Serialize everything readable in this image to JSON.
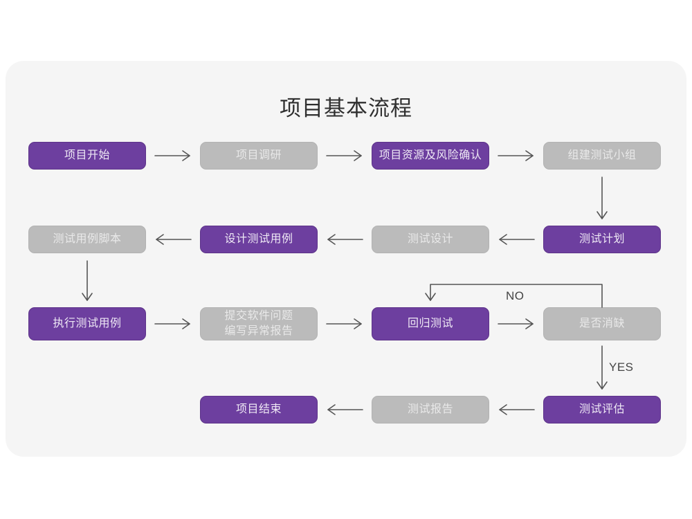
{
  "page": {
    "title": "项目基本流程",
    "background_color": "#ffffff",
    "card_color": "#f5f5f5",
    "accent_purple": "#6d3f9f",
    "accent_gray": "#bbbbbb",
    "connector_color": "#555555"
  },
  "chart_data": {
    "type": "diagram",
    "title": "项目基本流程",
    "nodes": [
      {
        "id": "n1",
        "label": "项目开始",
        "style": "purple",
        "row": 1,
        "col": 1
      },
      {
        "id": "n2",
        "label": "项目调研",
        "style": "gray",
        "row": 1,
        "col": 2
      },
      {
        "id": "n3",
        "label": "项目资源及风险确认",
        "style": "purple",
        "row": 1,
        "col": 3
      },
      {
        "id": "n4",
        "label": "组建测试小组",
        "style": "gray",
        "row": 1,
        "col": 4
      },
      {
        "id": "n5",
        "label": "测试用例脚本",
        "style": "gray",
        "row": 2,
        "col": 1
      },
      {
        "id": "n6",
        "label": "设计测试用例",
        "style": "purple",
        "row": 2,
        "col": 2
      },
      {
        "id": "n7",
        "label": "测试设计",
        "style": "gray",
        "row": 2,
        "col": 3
      },
      {
        "id": "n8",
        "label": "测试计划",
        "style": "purple",
        "row": 2,
        "col": 4
      },
      {
        "id": "n9",
        "label": "执行测试用例",
        "style": "purple",
        "row": 3,
        "col": 1
      },
      {
        "id": "n10",
        "label": "提交软件问题",
        "label2": "编写异常报告",
        "style": "gray",
        "row": 3,
        "col": 2
      },
      {
        "id": "n11",
        "label": "回归测试",
        "style": "purple",
        "row": 3,
        "col": 3
      },
      {
        "id": "n12",
        "label": "是否消缺",
        "style": "gray",
        "row": 3,
        "col": 4
      },
      {
        "id": "n13",
        "label": "项目结束",
        "style": "purple",
        "row": 4,
        "col": 2
      },
      {
        "id": "n14",
        "label": "测试报告",
        "style": "gray",
        "row": 4,
        "col": 3
      },
      {
        "id": "n15",
        "label": "测试评估",
        "style": "purple",
        "row": 4,
        "col": 4
      }
    ],
    "edges": [
      {
        "from": "n1",
        "to": "n2",
        "dir": "right",
        "label": ""
      },
      {
        "from": "n2",
        "to": "n3",
        "dir": "right",
        "label": ""
      },
      {
        "from": "n3",
        "to": "n4",
        "dir": "right",
        "label": ""
      },
      {
        "from": "n4",
        "to": "n8",
        "dir": "down",
        "label": ""
      },
      {
        "from": "n8",
        "to": "n7",
        "dir": "left",
        "label": ""
      },
      {
        "from": "n7",
        "to": "n6",
        "dir": "left",
        "label": ""
      },
      {
        "from": "n6",
        "to": "n5",
        "dir": "left",
        "label": ""
      },
      {
        "from": "n5",
        "to": "n9",
        "dir": "down",
        "label": ""
      },
      {
        "from": "n9",
        "to": "n10",
        "dir": "right",
        "label": ""
      },
      {
        "from": "n10",
        "to": "n11",
        "dir": "right",
        "label": ""
      },
      {
        "from": "n11",
        "to": "n12",
        "dir": "right",
        "label": ""
      },
      {
        "from": "n12",
        "to": "n11",
        "dir": "loop-up",
        "label": "NO"
      },
      {
        "from": "n12",
        "to": "n15",
        "dir": "down",
        "label": "YES"
      },
      {
        "from": "n15",
        "to": "n14",
        "dir": "left",
        "label": ""
      },
      {
        "from": "n14",
        "to": "n13",
        "dir": "left",
        "label": ""
      }
    ],
    "edge_labels": {
      "no": "NO",
      "yes": "YES"
    }
  }
}
